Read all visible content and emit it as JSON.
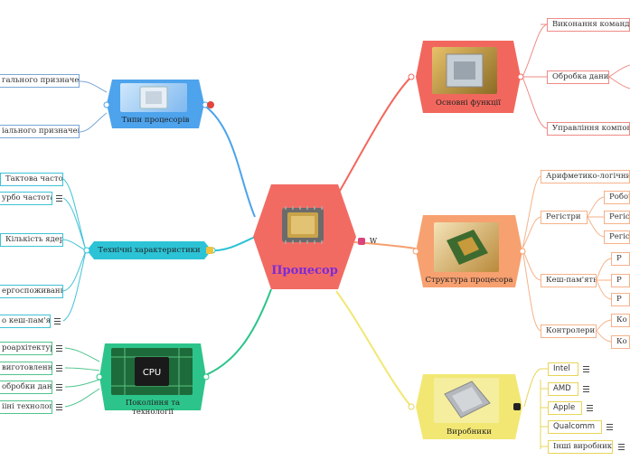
{
  "center": {
    "title": "Процесор",
    "badge_w": "W"
  },
  "left": {
    "types": {
      "title": "Типи процесорів",
      "items": [
        "гального призначення",
        "іального призначення"
      ]
    },
    "tech": {
      "title": "Технічні характеристики",
      "items": [
        "Тактова частота",
        "урбо частота",
        "Кількість ядер",
        "ергоспоживання",
        "о кеш-пам'яті"
      ]
    },
    "gen": {
      "title": "Покоління та технології",
      "items": [
        "роархітектура",
        "виготовлення",
        "обробки даних",
        "ііні технології"
      ]
    }
  },
  "right": {
    "functions": {
      "title": "Основні функції",
      "items": [
        "Виконання команд",
        "Обробка даних",
        "Управління компонент"
      ]
    },
    "structure": {
      "title": "Структура процесора",
      "alu": "Арифметико-логічний б",
      "registers": {
        "label": "Регістри",
        "items": [
          "Робоч",
          "Регістр",
          "Регістр"
        ]
      },
      "cache": {
        "label": "Кеш-пам'ять",
        "items": [
          "Р",
          "Р",
          "Р"
        ]
      },
      "controllers": {
        "label": "Контролери",
        "items": [
          "Ко",
          "Ко"
        ]
      }
    },
    "makers": {
      "title": "Виробники",
      "items": [
        "Intel",
        "AMD",
        "Apple",
        "Qualcomm",
        "Інші виробники"
      ]
    }
  },
  "colors": {
    "center": "#f26b63",
    "types": "#4da3ec",
    "tech": "#2cc3d6",
    "gen": "#2cc48a",
    "functions": "#f2675d",
    "structure": "#f7a070",
    "makers": "#f2e773"
  }
}
